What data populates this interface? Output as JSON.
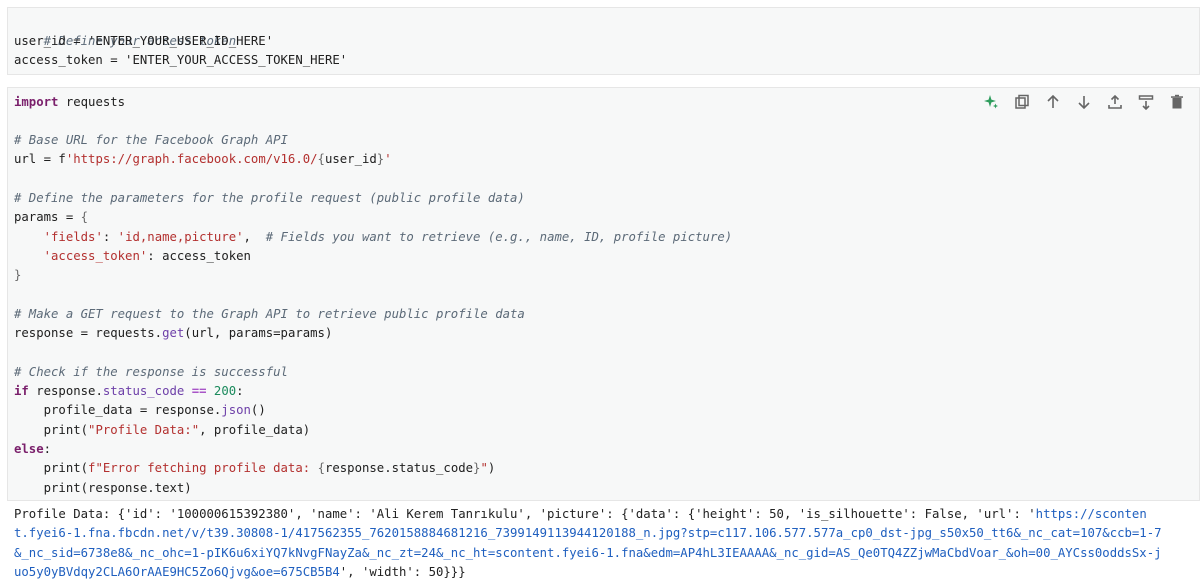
{
  "cell1": {
    "lines": [
      "# Define your access token",
      "user_id = 'ENTER_YOUR_USER_ID_HERE'",
      "access_token = 'ENTER_YOUR_ACCESS_TOKEN_HERE'"
    ]
  },
  "cell2": {
    "toolbar": {
      "icons": [
        "gemini-sparkle-icon",
        "copy-icon",
        "arrow-up-icon",
        "arrow-down-icon",
        "link-icon",
        "comment-icon",
        "delete-icon"
      ]
    },
    "code": {
      "import_kw": "import",
      "import_mod": " requests",
      "c1": "# Base URL for the Facebook Graph API",
      "url_pre": "url = f",
      "url_str1": "'https://graph.facebook.com/v16.0/",
      "url_brace1": "{",
      "url_var": "user_id",
      "url_brace2": "}",
      "url_str2": "'",
      "c2": "# Define the parameters for the profile request (public profile data)",
      "params_pre": "params = ",
      "params_open": "{",
      "fields_indent": "    ",
      "fields_key": "'fields'",
      "fields_colon": ": ",
      "fields_val": "'id,name,picture'",
      "fields_comma": ",  ",
      "fields_comment": "# Fields you want to retrieve (e.g., name, ID, profile picture)",
      "token_indent": "    ",
      "token_key": "'access_token'",
      "token_rest": ": access_token",
      "params_close": "}",
      "c3": "# Make a GET request to the Graph API to retrieve public profile data",
      "resp_pre": "response = requests.",
      "resp_fn": "get",
      "resp_rest": "(url, params=params)",
      "c4": "# Check if the response is successful",
      "if_kw": "if",
      "if_mid": " response.",
      "if_attr": "status_code",
      "if_sp": " ",
      "if_op": "==",
      "if_sp2": " ",
      "if_num": "200",
      "if_colon": ":",
      "pd_pre": "    profile_data = response.",
      "pd_fn": "json",
      "pd_rest": "()",
      "p1_pre": "    print(",
      "p1_str": "\"Profile Data:\"",
      "p1_rest": ", profile_data)",
      "else_kw": "else",
      "else_colon": ":",
      "p2_pre": "    print(",
      "p2_str1": "f\"Error fetching profile data: ",
      "p2_brace1": "{",
      "p2_var": "response.status_code",
      "p2_brace2": "}",
      "p2_str2": "\"",
      "p2_close": ")",
      "p3": "    print(response.text)"
    }
  },
  "output": {
    "l1_pre": "Profile Data: {'id': '100000615392380', 'name': 'Ali Kerem Tanrıkulu', 'picture': {'data': {'height': 50, 'is_silhouette': False, 'url': '",
    "l1_url": "https://sconten",
    "l2_url": "t.fyei6-1.fna.fbcdn.net/v/t39.30808-1/417562355_7620158884681216_7399149113944120188_n.jpg?stp=c117.106.577.577a_cp0_dst-jpg_s50x50_tt6&_nc_cat=107&ccb=1-7",
    "l3_url": "&_nc_sid=6738e8&_nc_ohc=1-pIK6u6xiYQ7kNvgFNayZa&_nc_zt=24&_nc_ht=scontent.fyei6-1.fna&edm=AP4hL3IEAAAA&_nc_gid=AS_Qe0TQ4ZZjwMaCbdVoar_&oh=00_AYCss0oddsSx-j",
    "l4_url": "uo5y0yBVdqy2CLA6OrAAE9HC5Zo6Qjvg&oe=675CB5B4",
    "l4_rest": "', 'width': 50}}}"
  }
}
